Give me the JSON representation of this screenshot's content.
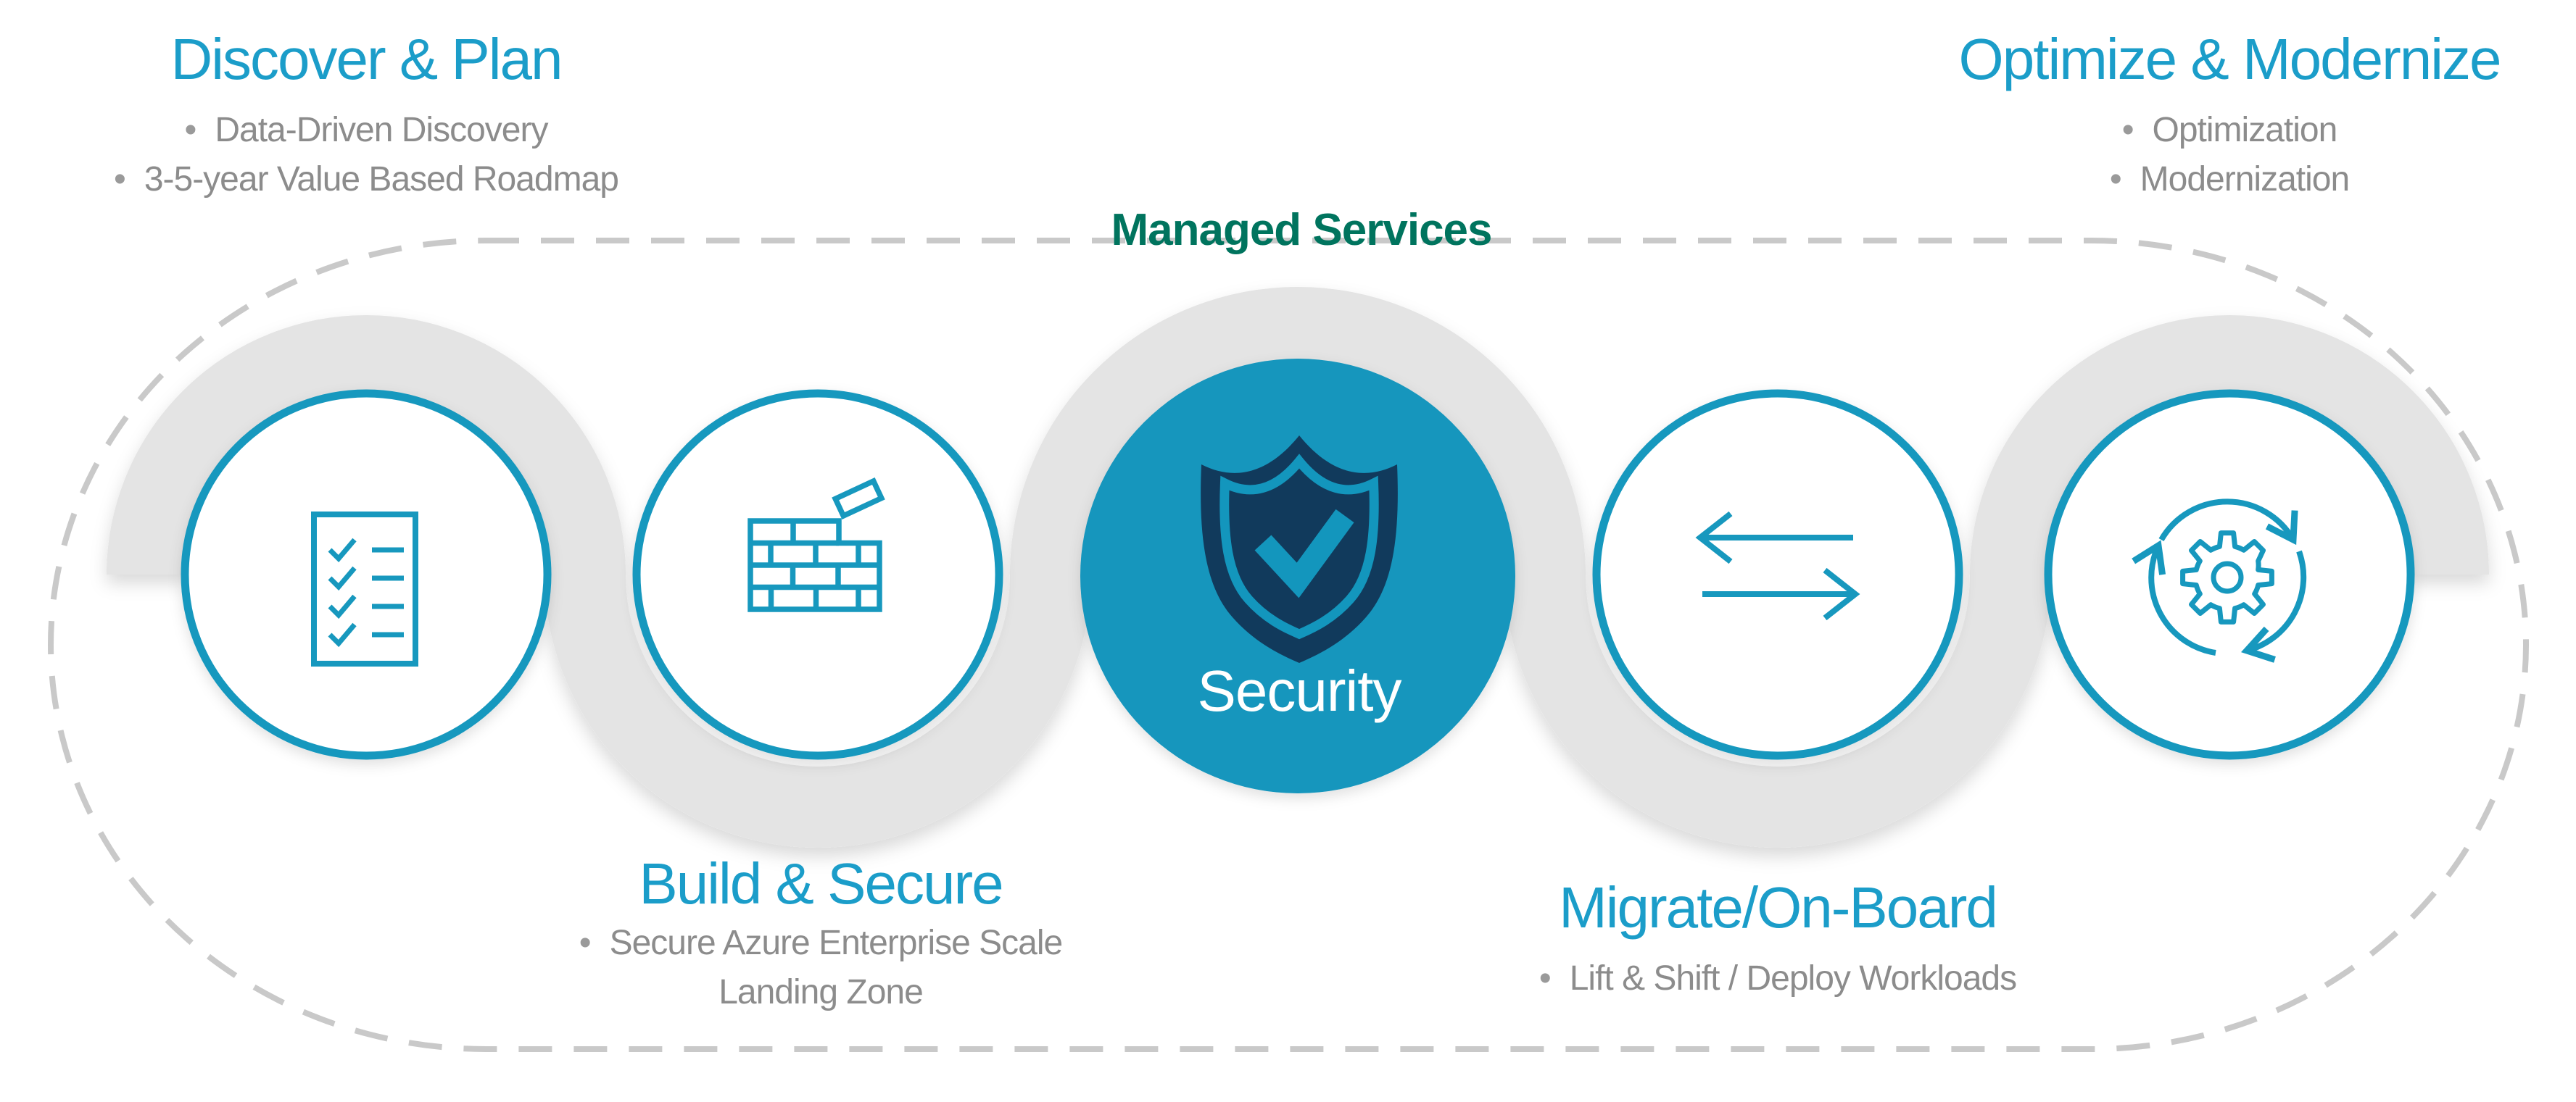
{
  "managed_services": {
    "label": "Managed Services"
  },
  "center": {
    "label": "Security"
  },
  "stages": [
    {
      "title": "Discover & Plan",
      "bullets": [
        "Data-Driven Discovery",
        "3-5-year Value Based Roadmap"
      ],
      "icon": "checklist-icon"
    },
    {
      "title": "Build & Secure",
      "bullets": [
        "Secure Azure Enterprise Scale Landing Zone"
      ],
      "icon": "brick-wall-icon"
    },
    {
      "title": "Security",
      "bullets": [],
      "icon": "shield-check-icon"
    },
    {
      "title": "Migrate/On-Board",
      "bullets": [
        "Lift & Shift / Deploy Workloads"
      ],
      "icon": "transfer-arrows-icon"
    },
    {
      "title": "Optimize & Modernize",
      "bullets": [
        "Optimization",
        "Modernization"
      ],
      "icon": "gear-cycle-icon"
    }
  ],
  "ui": {
    "bullet_glyph": "•"
  },
  "colors": {
    "accent_stroke": "#1798BE",
    "heading_teal": "#1B9DC9",
    "managed_green": "#00745E",
    "bullet_gray": "#8C8C8C",
    "security_fill": "#1396BD",
    "shield_navy": "#113A5C",
    "ribbon_gray": "#E4E4E4",
    "dash_gray": "#C9C9C9",
    "background": "#FFFFFF"
  }
}
